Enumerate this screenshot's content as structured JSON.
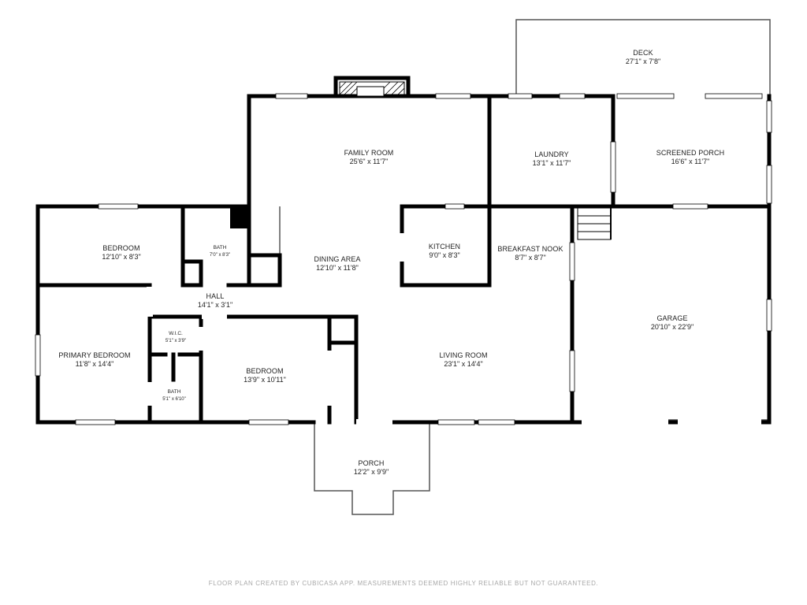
{
  "rooms": {
    "deck": {
      "name": "DECK",
      "dim": "27'1\" x 7'8\""
    },
    "family_room": {
      "name": "FAMILY ROOM",
      "dim": "25'6\" x 11'7\""
    },
    "laundry": {
      "name": "LAUNDRY",
      "dim": "13'1\" x 11'7\""
    },
    "screened_porch": {
      "name": "SCREENED PORCH",
      "dim": "16'6\" x 11'7\""
    },
    "bedroom_1": {
      "name": "BEDROOM",
      "dim": "12'10\" x 8'3\""
    },
    "bath_1": {
      "name": "BATH",
      "dim": "7'0\" x 8'3\""
    },
    "dining_area": {
      "name": "DINING AREA",
      "dim": "12'10\" x 11'8\""
    },
    "kitchen": {
      "name": "KITCHEN",
      "dim": "9'0\" x 8'3\""
    },
    "breakfast_nook": {
      "name": "BREAKFAST NOOK",
      "dim": "8'7\" x 8'7\""
    },
    "hall": {
      "name": "HALL",
      "dim": "14'1\" x 3'1\""
    },
    "garage": {
      "name": "GARAGE",
      "dim": "20'10\" x 22'9\""
    },
    "wic": {
      "name": "W.I.C.",
      "dim": "5'1\" x 3'9\""
    },
    "primary_bedroom": {
      "name": "PRIMARY BEDROOM",
      "dim": "11'8\" x 14'4\""
    },
    "bedroom_2": {
      "name": "BEDROOM",
      "dim": "13'9\" x 10'11\""
    },
    "living_room": {
      "name": "LIVING ROOM",
      "dim": "23'1\" x 14'4\""
    },
    "bath_2": {
      "name": "BATH",
      "dim": "5'1\" x 6'10\""
    },
    "porch": {
      "name": "PORCH",
      "dim": "12'2\" x 9'9\""
    }
  },
  "footer": "FLOOR PLAN CREATED BY CUBICASA APP. MEASUREMENTS DEEMED HIGHLY RELIABLE BUT NOT GUARANTEED.",
  "colors": {
    "wall": "#000000",
    "thin_line": "#555555",
    "window": "#ffffff",
    "footer_text": "#a8a8a8"
  }
}
